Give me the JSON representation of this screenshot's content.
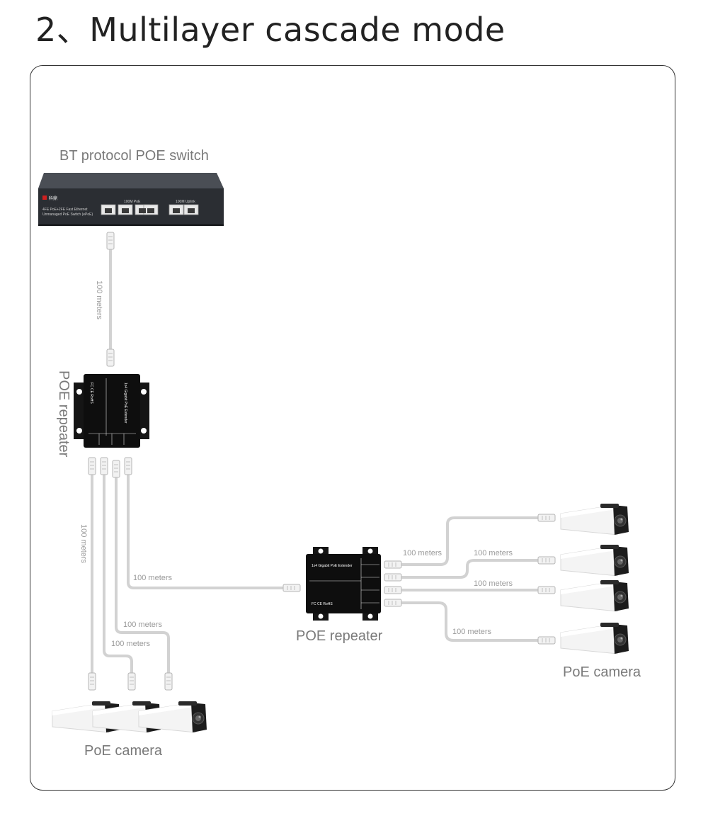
{
  "page": {
    "title": "2、Multilayer cascade mode"
  },
  "labels": {
    "switch": "BT protocol POE switch",
    "repeater_left": "POE repeater",
    "repeater_right": "POE repeater",
    "camera_left": "PoE camera",
    "camera_right": "PoE camera"
  },
  "distances": {
    "switch_to_repeater": "100 meters",
    "left_down_1": "100 meters",
    "left_down_2": "100 meters",
    "left_down_3": "100 meters",
    "to_right_repeater": "100 meters",
    "right_cam_1": "100 meters",
    "right_cam_2": "100 meters",
    "right_cam_3": "100 meters",
    "right_cam_4": "100 meters"
  },
  "devices": {
    "switch_brand": "科鼎",
    "switch_desc_1": "4FE PoE+2FE Fast Ethernet",
    "switch_desc_2": "Unmanaged PoE Switch (ePoE)",
    "switch_poe_group": "100M PoE",
    "switch_uplink_group": "100M Uplink",
    "repeater_model": "1x4 Gigabit PoE Extender",
    "repeater_cert": "FC CE RoHS"
  },
  "colors": {
    "cable": "#d2d2d2",
    "device": "#111111",
    "label": "#8a8a8a"
  }
}
